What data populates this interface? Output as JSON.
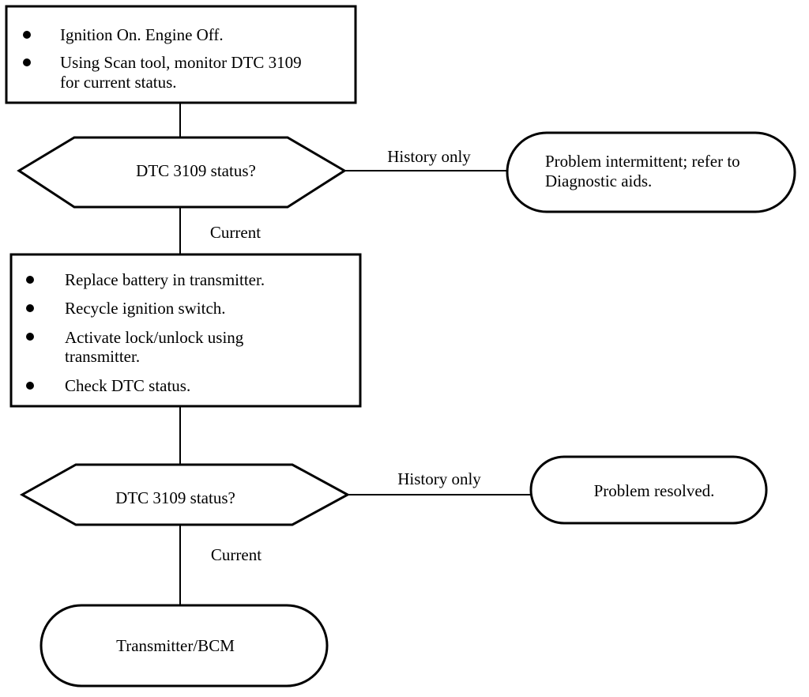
{
  "step1": {
    "bullets": [
      [
        "Ignition On. Engine Off."
      ],
      [
        "Using Scan tool, monitor DTC 3109",
        "for current status."
      ]
    ]
  },
  "decision1": {
    "label": "DTC 3109 status?"
  },
  "terminal_intermittent": {
    "lines": [
      "Problem intermittent; refer to",
      "Diagnostic aids."
    ]
  },
  "step2": {
    "bullets": [
      [
        "Replace battery in transmitter."
      ],
      [
        "Recycle ignition switch."
      ],
      [
        "Activate lock/unlock using",
        "transmitter."
      ],
      [
        "Check DTC status."
      ]
    ]
  },
  "decision2": {
    "label": "DTC 3109 status?"
  },
  "terminal_resolved": {
    "label": "Problem resolved."
  },
  "terminal_bcm": {
    "label": "Transmitter/BCM"
  },
  "edges": {
    "d1_history": "History only",
    "d1_current": "Current",
    "d2_history": "History only",
    "d2_current": "Current"
  }
}
